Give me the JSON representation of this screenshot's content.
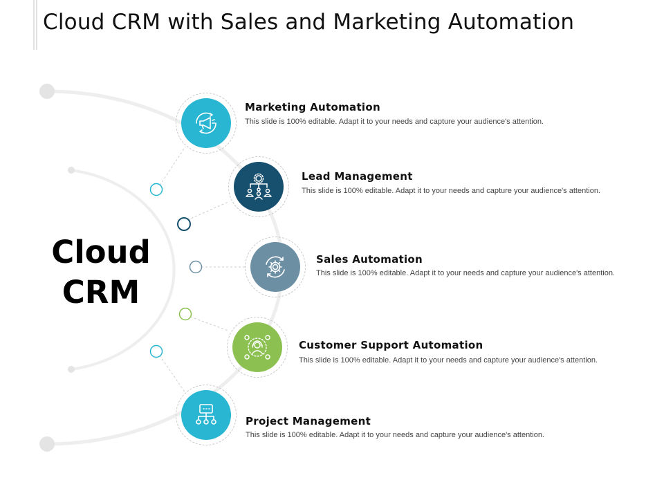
{
  "title": "Cloud CRM with Sales and Marketing Automation",
  "center": {
    "line1": "Cloud",
    "line2": "CRM"
  },
  "colors": {
    "teal": "#29b6d3",
    "navy": "#174f6e",
    "slate": "#6c8fa4",
    "green": "#8cc152",
    "arc": "#ececec"
  },
  "items": [
    {
      "label": "Marketing Automation",
      "desc": "This slide is 100% editable. Adapt it to your needs and capture your audience's attention.",
      "icon": "megaphone-icon"
    },
    {
      "label": "Lead Management",
      "desc": "This slide is 100% editable. Adapt it to your needs and capture your audience's attention.",
      "icon": "lead-network-icon"
    },
    {
      "label": "Sales Automation",
      "desc": "This slide is 100% editable. Adapt it to your needs and capture your audience's attention.",
      "icon": "gear-cycle-icon"
    },
    {
      "label": "Customer Support Automation",
      "desc": "This slide is 100% editable. Adapt it to your needs and capture your audience's attention.",
      "icon": "support-agent-icon"
    },
    {
      "label": "Project Management",
      "desc": "This slide is 100% editable. Adapt it to your needs and capture your audience's attention.",
      "icon": "org-chart-icon"
    }
  ]
}
